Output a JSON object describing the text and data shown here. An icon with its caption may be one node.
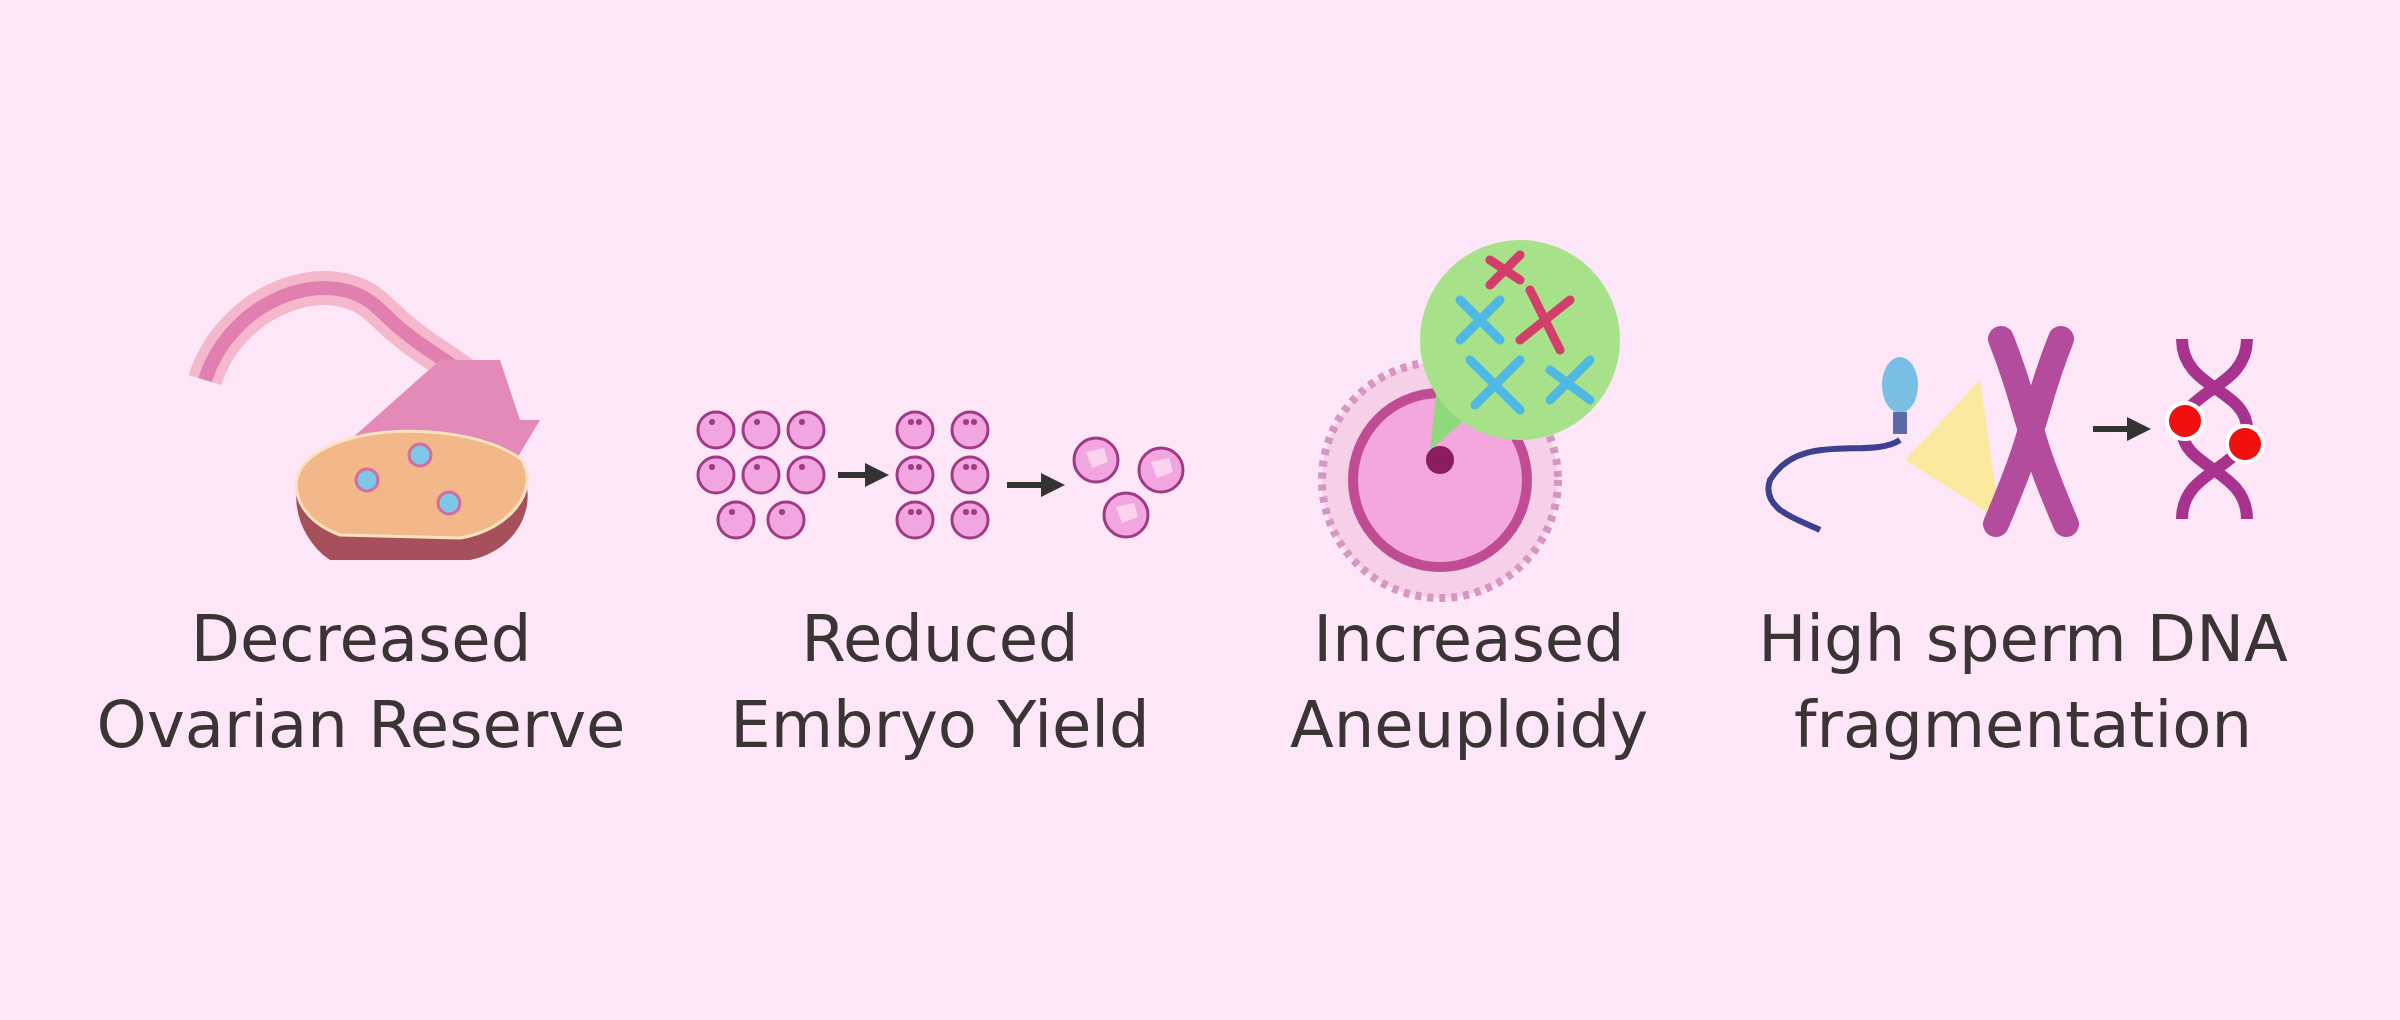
{
  "diagram": {
    "nodes": [
      {
        "text": [],
        "shape": "picture"
      },
      {
        "text": [],
        "shape": "picture"
      },
      {
        "text": [],
        "shape": "picture"
      },
      {
        "text": [],
        "shape": "picture"
      },
      {
        "text": [],
        "shape": "picture"
      }
    ],
    "edges": [
      {
        "from": 0,
        "to": 1,
        "arrow": "to"
      },
      {
        "from": 1,
        "to": 2,
        "arrow": "to"
      },
      {
        "from": 3,
        "to": 4,
        "arrow": "to"
      }
    ],
    "labels": [
      "Decreased Ovarian Reserve",
      "Reduced Embryo Yield",
      "Increased Aneuploidy",
      "High sperm DNA fragmentation"
    ]
  }
}
